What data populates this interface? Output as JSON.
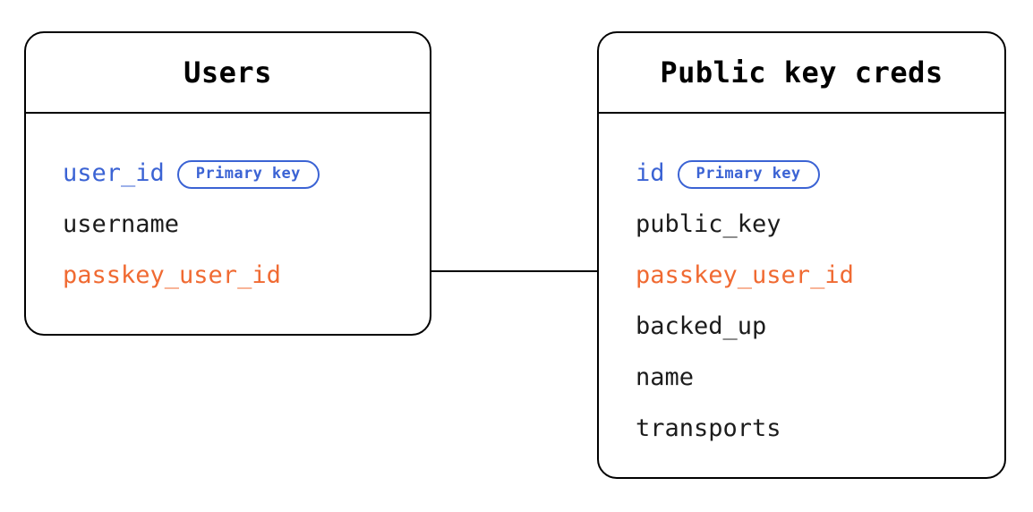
{
  "diagram": {
    "type": "entity-relationship-diagram",
    "colors": {
      "primary_key": "#3b63d4",
      "foreign_key": "#f06a32",
      "text": "#1c1c1c",
      "border": "#000000",
      "background": "#ffffff"
    },
    "badge_label": "Primary key",
    "entities": [
      {
        "id": "users",
        "title": "Users",
        "fields": [
          {
            "name": "user_id",
            "role": "key",
            "badge": "Primary key"
          },
          {
            "name": "username",
            "role": "plain",
            "badge": null
          },
          {
            "name": "passkey_user_id",
            "role": "fk",
            "badge": null
          }
        ]
      },
      {
        "id": "public-key-creds",
        "title": "Public key creds",
        "fields": [
          {
            "name": "id",
            "role": "key",
            "badge": "Primary key"
          },
          {
            "name": "public_key",
            "role": "plain",
            "badge": null
          },
          {
            "name": "passkey_user_id",
            "role": "fk",
            "badge": null
          },
          {
            "name": "backed_up",
            "role": "plain",
            "badge": null
          },
          {
            "name": "name",
            "role": "plain",
            "badge": null
          },
          {
            "name": "transports",
            "role": "plain",
            "badge": null
          }
        ]
      }
    ],
    "relationships": [
      {
        "from_entity": "users",
        "from_field": "passkey_user_id",
        "to_entity": "public-key-creds",
        "to_field": "passkey_user_id",
        "style": "solid-line"
      }
    ]
  }
}
